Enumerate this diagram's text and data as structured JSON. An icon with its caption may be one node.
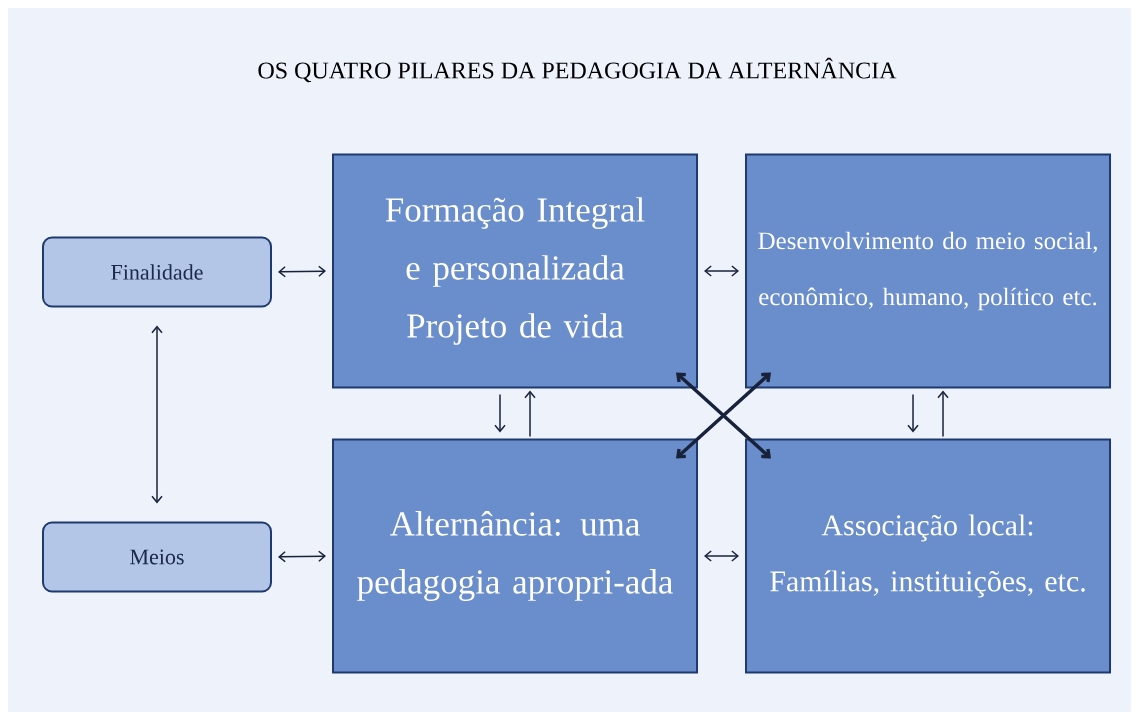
{
  "diagram": {
    "title": "OS QUATRO PILARES DA PEDAGOGIA DA ALTERNÂNCIA",
    "nodes": [
      {
        "text": [
          "Finalidade"
        ]
      },
      {
        "text": [
          "Formação Integral e personalizada Projeto de vida"
        ]
      },
      {
        "text": [
          "Desenvolvimento do meio social, econômico, humano, político etc."
        ]
      },
      {
        "text": [
          "Meios"
        ]
      },
      {
        "text": [
          "Alternância: uma pedagogia apropri-ada"
        ]
      },
      {
        "text": [
          "Associação local: Famílias, instituições, etc."
        ]
      }
    ],
    "edges": [
      {
        "from": 0,
        "to": 1,
        "arrow": "both"
      },
      {
        "from": 1,
        "to": 2,
        "arrow": "both"
      },
      {
        "from": 0,
        "to": 3,
        "arrow": "both"
      },
      {
        "from": 1,
        "to": 4,
        "arrow": "to"
      },
      {
        "from": 4,
        "to": 1,
        "arrow": "to"
      },
      {
        "from": 2,
        "to": 5,
        "arrow": "to"
      },
      {
        "from": 5,
        "to": 2,
        "arrow": "to"
      },
      {
        "from": 1,
        "to": 5,
        "arrow": "both",
        "style": "thick"
      },
      {
        "from": 4,
        "to": 2,
        "arrow": "both",
        "style": "thick"
      },
      {
        "from": 3,
        "to": 4,
        "arrow": "both"
      },
      {
        "from": 4,
        "to": 5,
        "arrow": "both"
      }
    ]
  }
}
